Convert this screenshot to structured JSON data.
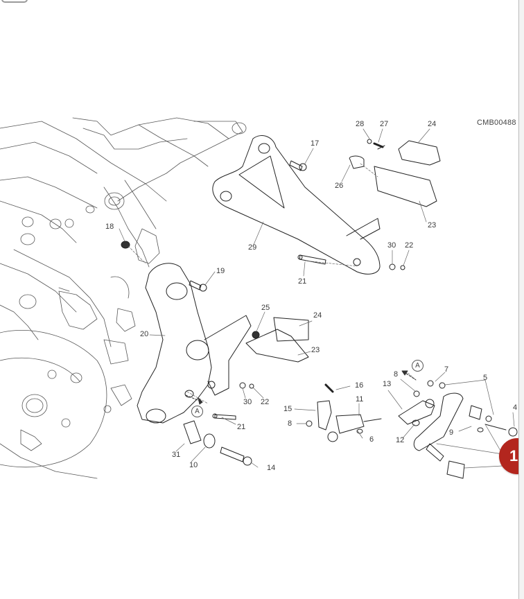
{
  "viewer": {
    "top_button_label": "",
    "badge": {
      "value": "1",
      "color": "#b3261e"
    }
  },
  "diagram": {
    "code": "CMB00488",
    "reference_marker": "A",
    "callouts": [
      {
        "id": "c28",
        "label": "28"
      },
      {
        "id": "c27",
        "label": "27"
      },
      {
        "id": "c24a",
        "label": "24"
      },
      {
        "id": "c17",
        "label": "17"
      },
      {
        "id": "c26",
        "label": "26"
      },
      {
        "id": "c23a",
        "label": "23"
      },
      {
        "id": "c18",
        "label": "18"
      },
      {
        "id": "c29",
        "label": "29"
      },
      {
        "id": "c30a",
        "label": "30"
      },
      {
        "id": "c22a",
        "label": "22"
      },
      {
        "id": "c21a",
        "label": "21"
      },
      {
        "id": "c19",
        "label": "19"
      },
      {
        "id": "c25",
        "label": "25"
      },
      {
        "id": "c24b",
        "label": "24"
      },
      {
        "id": "c20",
        "label": "20"
      },
      {
        "id": "c23b",
        "label": "23"
      },
      {
        "id": "c30b",
        "label": "30"
      },
      {
        "id": "c22b",
        "label": "22"
      },
      {
        "id": "c21b",
        "label": "21"
      },
      {
        "id": "c31",
        "label": "31"
      },
      {
        "id": "c10",
        "label": "10"
      },
      {
        "id": "c14",
        "label": "14"
      },
      {
        "id": "c16",
        "label": "16"
      },
      {
        "id": "c15",
        "label": "15"
      },
      {
        "id": "c8a",
        "label": "8"
      },
      {
        "id": "c11",
        "label": "11"
      },
      {
        "id": "c6",
        "label": "6"
      },
      {
        "id": "c13",
        "label": "13"
      },
      {
        "id": "c8b",
        "label": "8"
      },
      {
        "id": "c7",
        "label": "7"
      },
      {
        "id": "c12",
        "label": "12"
      },
      {
        "id": "c9",
        "label": "9"
      },
      {
        "id": "c5",
        "label": "5"
      },
      {
        "id": "c4",
        "label": "4"
      }
    ]
  }
}
